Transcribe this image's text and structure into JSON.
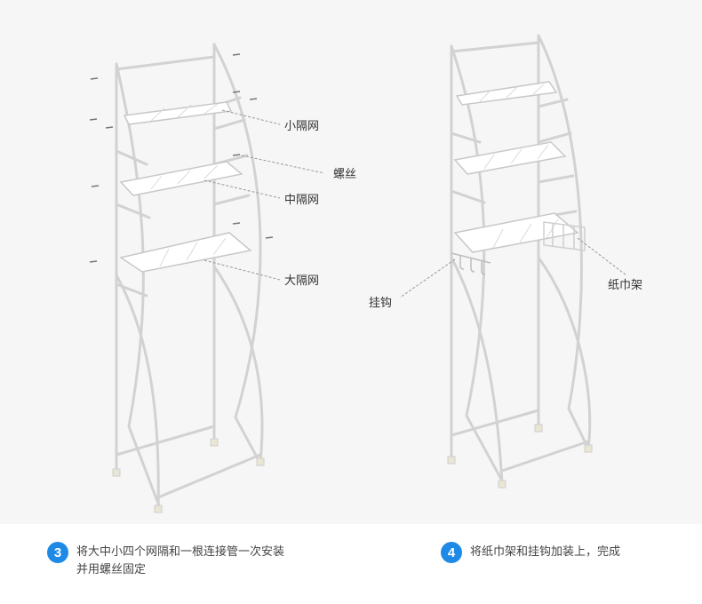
{
  "labels": {
    "small_mesh": "小隔网",
    "screw": "螺丝",
    "middle_mesh": "中隔网",
    "large_mesh": "大隔网",
    "hook": "挂钩",
    "towel_rack": "纸巾架"
  },
  "steps": [
    {
      "number": "3",
      "line1": "将大中小四个网隔和一根连接管一次安装",
      "line2": "并用螺丝固定"
    },
    {
      "number": "4",
      "line1": "将纸巾架和挂钩加装上，完成",
      "line2": ""
    }
  ],
  "colors": {
    "accent": "#1f8ae6",
    "frame": "#cfcfcf",
    "background": "#f6f6f6"
  }
}
